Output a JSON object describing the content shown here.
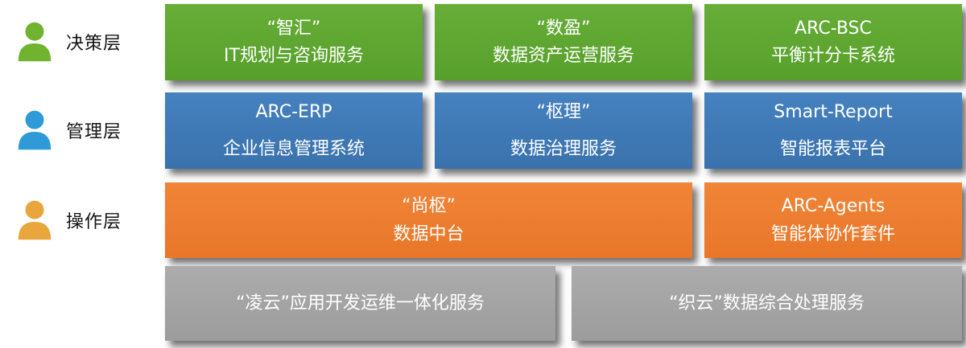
{
  "legend": [
    {
      "label": "决策层",
      "icon": "person-icon",
      "color": "#6fb32e"
    },
    {
      "label": "管理层",
      "icon": "person-icon",
      "color": "#2e9ad7"
    },
    {
      "label": "操作层",
      "icon": "person-icon",
      "color": "#e9a63c"
    }
  ],
  "colors": {
    "decision_row": "#5fa32f",
    "management_row": "#3d78b5",
    "operation_row": "#ed7d31",
    "service_row": "#a6a6a6",
    "text": "#ffffff"
  },
  "boxes": {
    "green": [
      {
        "line1": "“智汇”",
        "line2": "IT规划与咨询服务"
      },
      {
        "line1": "“数盈”",
        "line2": "数据资产运营服务"
      },
      {
        "line1": "ARC-BSC",
        "line2": "平衡计分卡系统"
      }
    ],
    "blue": [
      {
        "line1": "ARC-ERP",
        "line2": "企业信息管理系统"
      },
      {
        "line1": "“枢理”",
        "line2": "数据治理服务"
      },
      {
        "line1": "Smart-Report",
        "line2": "智能报表平台"
      }
    ],
    "orange": [
      {
        "line1": "“尚枢”",
        "line2": "数据中台"
      },
      {
        "line1": "ARC-Agents",
        "line2": "智能体协作套件"
      }
    ],
    "gray": [
      {
        "line1": "“凌云”应用开发运维一体化服务"
      },
      {
        "line1": "“织云”数据综合处理服务"
      }
    ]
  }
}
